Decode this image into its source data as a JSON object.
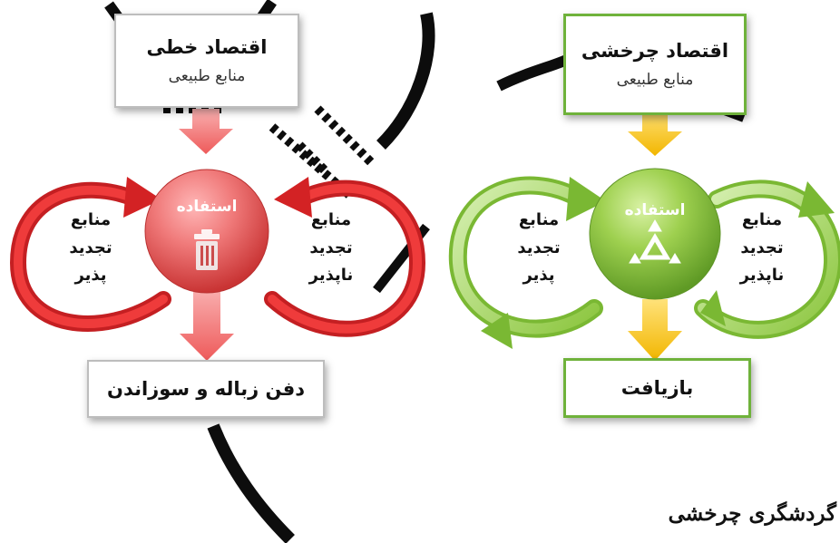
{
  "linear": {
    "title": "اقتصاد خطی",
    "source": "منابع طبیعی",
    "center": "استفاده",
    "left_label": [
      "منابع",
      "تجدید",
      "پذیر"
    ],
    "right_label": [
      "منابع",
      "تجدید",
      "ناپذیر"
    ],
    "output": "دفن زباله و سوزاندن",
    "center_icon": "trash-icon",
    "accent": "#e31e24"
  },
  "circular": {
    "title": "اقتصاد چرخشی",
    "source": "منابع طبیعی",
    "center": "استفاده",
    "left_label": [
      "منابع",
      "تجدید",
      "پذیر"
    ],
    "right_label": [
      "منابع",
      "تجدید",
      "ناپذیر"
    ],
    "output": "بازیافت",
    "center_icon": "recycle-icon",
    "accent": "#8cc63f"
  },
  "footer": {
    "title": "گردشگری چرخشی"
  }
}
